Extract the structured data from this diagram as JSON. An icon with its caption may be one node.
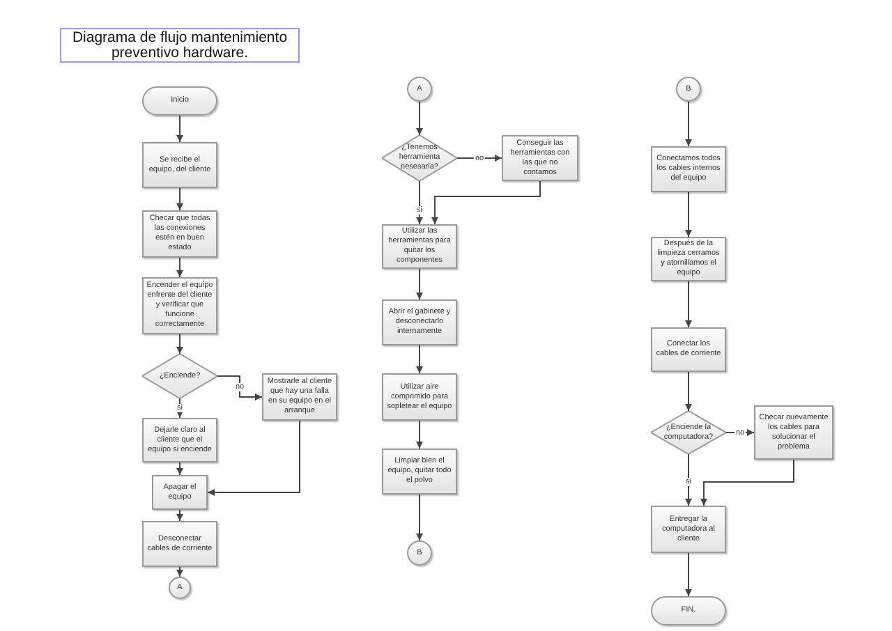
{
  "diagram": {
    "title": "Diagrama de flujo mantenimiento preventivo hardware.",
    "nodes": [
      {
        "text": [
          "Inicio"
        ]
      },
      {
        "text": [
          "Se recibe el equipo, del cliente"
        ]
      },
      {
        "text": [
          "Checar que todas las conexiones estén en buen estado"
        ]
      },
      {
        "text": [
          "Encender el equipo enfrente del cliente y verificar que funcione correctamente"
        ]
      },
      {
        "text": [
          "¿Enciende?"
        ]
      },
      {
        "text": [
          "Mostrarle al cliente que hay una falla en su equipo en el arranque"
        ]
      },
      {
        "text": [
          "Dejarle claro al cliente que el equipo si enciende"
        ]
      },
      {
        "text": [
          "Apagar el equipo"
        ]
      },
      {
        "text": [
          "Desconectar cables de corriente"
        ]
      },
      {
        "text": [
          "A"
        ]
      },
      {
        "text": [
          "A"
        ]
      },
      {
        "text": [
          "¿Tenemos herramienta nesesaria?"
        ]
      },
      {
        "text": [
          "Conseguir las herramientas con las que no contamos"
        ]
      },
      {
        "text": [
          "Utilizar las herramientas para quitar los componentes"
        ]
      },
      {
        "text": [
          "Abrir el gabinete y desconectarlo internamente"
        ]
      },
      {
        "text": [
          "Utilizar aire comprimido para sopletear el equipo"
        ]
      },
      {
        "text": [
          "Limpiar bien el equipo, quitar todo el polvo"
        ]
      },
      {
        "text": [
          "B"
        ]
      },
      {
        "text": [
          "B"
        ]
      },
      {
        "text": [
          "Conectamos todos los cables internos del equipo"
        ]
      },
      {
        "text": [
          "Después de la limpieza cerramos y atornillamos el equipo"
        ]
      },
      {
        "text": [
          "Conectar los cables de corriente"
        ]
      },
      {
        "text": [
          "¿Enciende la computadora?"
        ]
      },
      {
        "text": [
          "Checar nuevamente los cables para solucionar el problema"
        ]
      },
      {
        "text": [
          "Entregar la computadora al cliente"
        ]
      },
      {
        "text": [
          "FIN."
        ]
      }
    ],
    "edges": [
      {
        "from": 0,
        "to": 1,
        "arrow": "to"
      },
      {
        "from": 1,
        "to": 2,
        "arrow": "to"
      },
      {
        "from": 2,
        "to": 3,
        "arrow": "to"
      },
      {
        "from": 3,
        "to": 4,
        "arrow": "to"
      },
      {
        "from": 4,
        "to": 5,
        "arrow": "to",
        "label": "no"
      },
      {
        "from": 4,
        "to": 6,
        "arrow": "to",
        "label": "si"
      },
      {
        "from": 6,
        "to": 7,
        "arrow": "to"
      },
      {
        "from": 5,
        "to": 7,
        "arrow": "to"
      },
      {
        "from": 7,
        "to": 8,
        "arrow": "to"
      },
      {
        "from": 8,
        "to": 9,
        "arrow": "to"
      },
      {
        "from": 10,
        "to": 11,
        "arrow": "to"
      },
      {
        "from": 11,
        "to": 12,
        "arrow": "to",
        "label": "no"
      },
      {
        "from": 11,
        "to": 13,
        "arrow": "to",
        "label": "si"
      },
      {
        "from": 12,
        "to": 13,
        "arrow": "to"
      },
      {
        "from": 13,
        "to": 14,
        "arrow": "to"
      },
      {
        "from": 14,
        "to": 15,
        "arrow": "to"
      },
      {
        "from": 15,
        "to": 16,
        "arrow": "to"
      },
      {
        "from": 16,
        "to": 17,
        "arrow": "to"
      },
      {
        "from": 18,
        "to": 19,
        "arrow": "to"
      },
      {
        "from": 19,
        "to": 20,
        "arrow": "to"
      },
      {
        "from": 20,
        "to": 21,
        "arrow": "to"
      },
      {
        "from": 21,
        "to": 22,
        "arrow": "to"
      },
      {
        "from": 22,
        "to": 23,
        "arrow": "to",
        "label": "no"
      },
      {
        "from": 22,
        "to": 24,
        "arrow": "to",
        "label": "si"
      },
      {
        "from": 23,
        "to": 24,
        "arrow": "to"
      },
      {
        "from": 24,
        "to": 25,
        "arrow": "to"
      }
    ]
  }
}
